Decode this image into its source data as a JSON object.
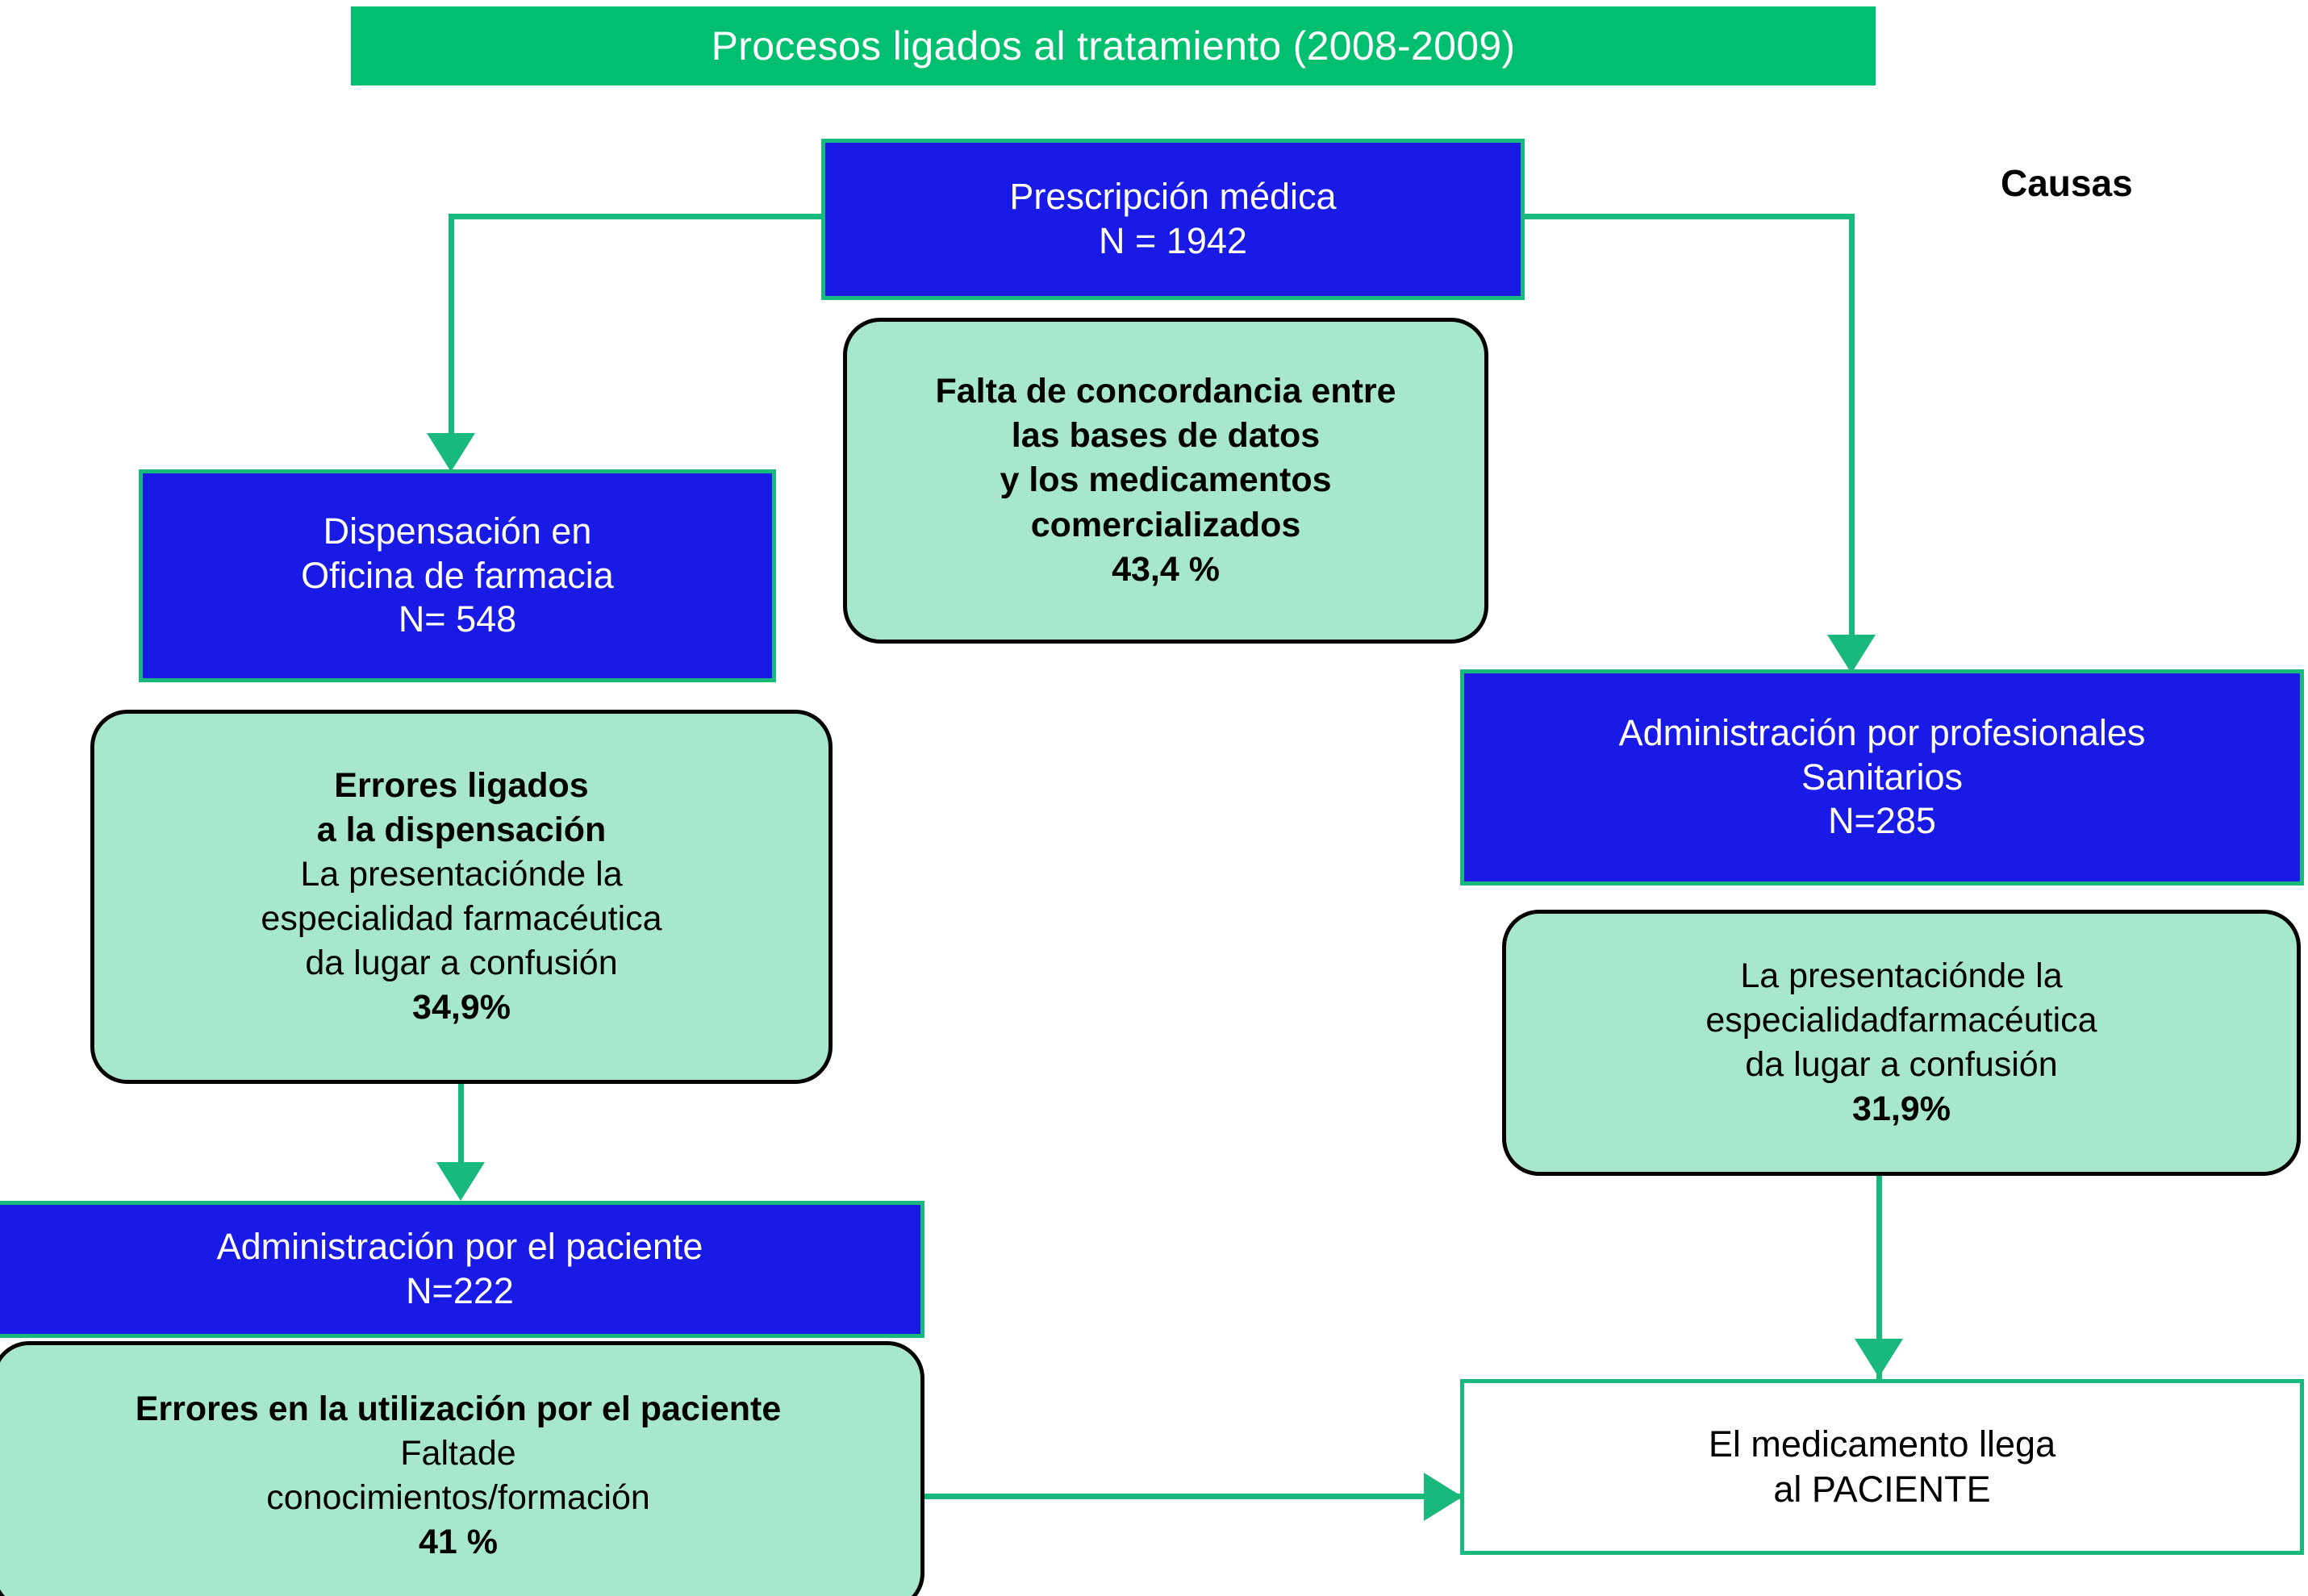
{
  "title": {
    "text": "Procesos ligados al tratamiento (2008-2009)",
    "bg_color": "#00BF6F",
    "text_color": "#FFFFFF"
  },
  "legend": {
    "causas_label": "Causas"
  },
  "colors": {
    "process_fill": "#1A1AE6",
    "process_border": "#19B87C",
    "cause_fill": "#A7E8CC",
    "cause_border": "#000000",
    "connector": "#19B87C",
    "terminal_border": "#19B87C",
    "terminal_fill": "#FFFFFF"
  },
  "nodes": {
    "prescripcion": {
      "type": "process",
      "line1": "Prescripción médica",
      "line2": "N = 1942",
      "n": 1942
    },
    "causa_prescripcion": {
      "type": "cause",
      "line1": "Falta de concordancia entre",
      "line2": "las bases de datos",
      "line3": "y los medicamentos",
      "line4": "comercializados",
      "percent": "43,4 %"
    },
    "dispensacion": {
      "type": "process",
      "line1": "Dispensación en",
      "line2": "Oficina de farmacia",
      "line3": "N= 548",
      "n": 548
    },
    "causa_dispensacion": {
      "type": "cause",
      "line1": "Errores ligados",
      "line2": "a la dispensación",
      "line3": "La presentaciónde la",
      "line4": "especialidad farmacéutica",
      "line5": "da lugar a confusión",
      "percent": "34,9%"
    },
    "administracion_profesionales": {
      "type": "process",
      "line1": "Administración por profesionales",
      "line2": "Sanitarios",
      "line3": "N=285",
      "n": 285
    },
    "causa_profesionales": {
      "type": "cause",
      "line1": "La presentaciónde la",
      "line2": "especialidadfarmacéutica",
      "line3": "da lugar a confusión",
      "percent": "31,9%"
    },
    "administracion_paciente": {
      "type": "process",
      "line1": "Administración por el paciente",
      "line2": "N=222",
      "n": 222
    },
    "causa_paciente": {
      "type": "cause",
      "line1": "Errores en la utilización por el paciente",
      "line2": "Faltade",
      "line3": "conocimientos/formación",
      "percent": "41 %"
    },
    "terminal_paciente": {
      "type": "terminal",
      "line1": "El medicamento llega",
      "line2": "al PACIENTE"
    }
  },
  "chart_data": {
    "type": "diagram",
    "title": "Procesos ligados al tratamiento (2008-2009)",
    "flow": [
      {
        "from": "prescripcion",
        "to": "dispensacion"
      },
      {
        "from": "prescripcion",
        "to": "administracion_profesionales"
      },
      {
        "from": "causa_dispensacion",
        "to": "administracion_paciente"
      },
      {
        "from": "causa_profesionales",
        "to": "terminal_paciente"
      },
      {
        "from": "causa_paciente",
        "to": "terminal_paciente"
      }
    ],
    "counts": {
      "Prescripción médica": 1942,
      "Dispensación en Oficina de farmacia": 548,
      "Administración por profesionales Sanitarios": 285,
      "Administración por el paciente": 222
    },
    "percentages": {
      "Falta de concordancia entre las bases de datos y los medicamentos comercializados": "43,4 %",
      "Errores ligados a la dispensación": "34,9%",
      "La presentaciónde la especialidadfarmacéutica da lugar a confusión": "31,9%",
      "Errores en la utilización por el paciente": "41 %"
    }
  }
}
